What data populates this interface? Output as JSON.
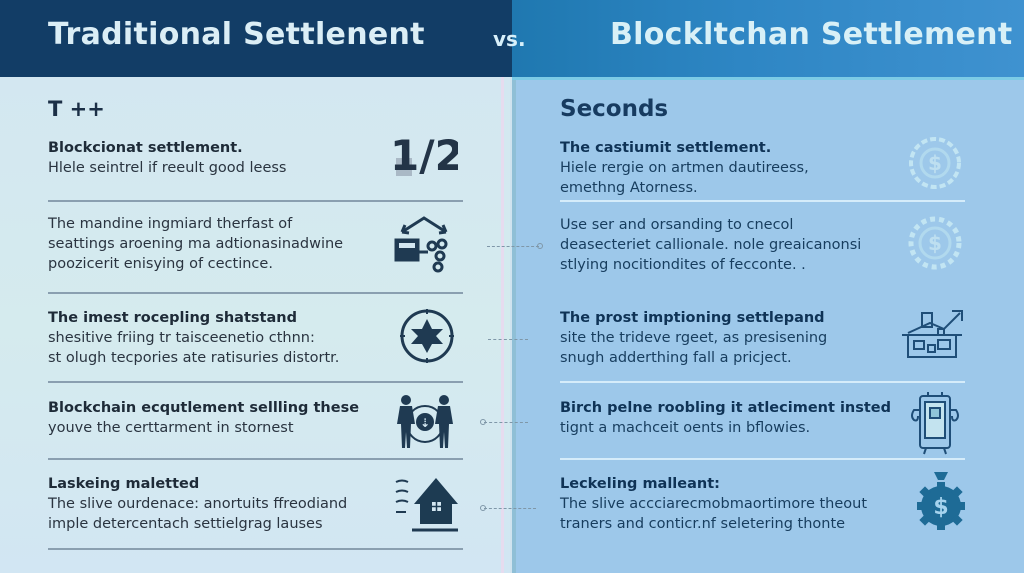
{
  "header": {
    "left_title": "Traditional Settlenent",
    "vs_label": "vs.",
    "right_title": "Blockltchan Settlement"
  },
  "left_panel": {
    "section_title": "T  ++",
    "rows": [
      {
        "head": "Blockcionat settlement.",
        "body": [
          "Hlele seintrel if reeult good leess"
        ],
        "icon": "fraction-half-icon",
        "icon_text": "1/2"
      },
      {
        "head": "",
        "body": [
          "The mandine ingmiard therfast of",
          "seattings aroening ma adtionasinadwine",
          "poozicerit enisying of cectince."
        ],
        "icon": "network-transfer-icon"
      },
      {
        "head": "The imest rocepling shatstand",
        "body": [
          "shesitive friing tr taisceenetio cthnn:",
          "st olugh tecpories ate ratisuries distortr."
        ],
        "icon": "star-compass-icon"
      },
      {
        "head": "Blockchain ecqutlement sellling these",
        "body": [
          "youve the certtarment in stornest"
        ],
        "icon": "people-exchange-icon"
      },
      {
        "head": "Laskeing maletted",
        "body": [
          "The slive ourdenace: anortuits ffreodiand",
          "imple detercentach settielgrag lauses"
        ],
        "icon": "house-icon"
      }
    ]
  },
  "right_panel": {
    "section_title": "Seconds",
    "rows": [
      {
        "head": "The castiumit settlement.",
        "body": [
          "Hiele rergie on artmen dautireess,",
          "emethng Atorness."
        ],
        "icon": "gear-dollar-icon"
      },
      {
        "head": "",
        "body": [
          "Use ser and orsanding to cnecol",
          "deasecteriet callionale. nole greaicanonsi",
          "stlying nocitiondites of fecconte. ."
        ],
        "icon": "gear-dollar-icon"
      },
      {
        "head": "The prost imptioning settlepand",
        "body": [
          "site the trideve rgeet, as presisening",
          "snugh adderthing fall a pricject."
        ],
        "icon": "house-growth-icon"
      },
      {
        "head": "Birch pelne roobling it atleciment insted",
        "body": [
          "tignt a machceit oents in bflowies."
        ],
        "icon": "mobile-device-icon"
      },
      {
        "head": "Leckeling malleant:",
        "body": [
          "The slive accciarecmobmaortimore theout",
          "traners and conticr.nf seletering thonte"
        ],
        "icon": "money-bag-gear-icon"
      }
    ]
  },
  "colors": {
    "header_left": "#123d66",
    "header_right": "#2e86c4",
    "panel_left": "#d3e7f1",
    "panel_right": "#9dc8ea",
    "text_dark": "#1e2b38",
    "text_right": "#0f3356",
    "icon_dark": "#1f3a52",
    "icon_teal": "#2a7aa3"
  }
}
